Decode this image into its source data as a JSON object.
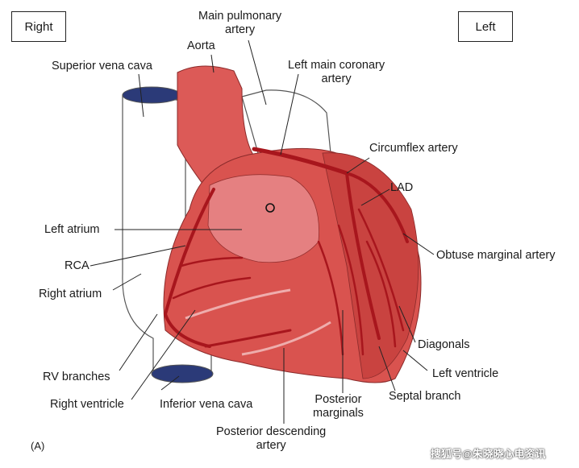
{
  "orientation": {
    "right": "Right",
    "left": "Left"
  },
  "labels": {
    "main_pulmonary_artery": "Main pulmonary\nartery",
    "aorta": "Aorta",
    "superior_vena_cava": "Superior vena cava",
    "left_main_coronary_artery": "Left main coronary\nartery",
    "circumflex_artery": "Circumflex artery",
    "lad": "LAD",
    "left_atrium": "Left atrium",
    "obtuse_marginal_artery": "Obtuse marginal artery",
    "rca": "RCA",
    "right_atrium": "Right atrium",
    "diagonals": "Diagonals",
    "left_ventricle": "Left ventricle",
    "rv_branches": "RV branches",
    "septal_branch": "Septal branch",
    "right_ventricle": "Right ventricle",
    "inferior_vena_cava": "Inferior vena cava",
    "posterior_marginals": "Posterior\nmarginals",
    "posterior_descending_artery": "Posterior descending\nartery"
  },
  "panel_label": "(A)",
  "watermark": "搜狐号@朱晓晓心电资讯",
  "colors": {
    "heart_muscle": "#d9534f",
    "heart_light": "#e8898a",
    "artery": "#a8161d",
    "vein_blue": "#2b3a78",
    "outline": "#555555"
  }
}
